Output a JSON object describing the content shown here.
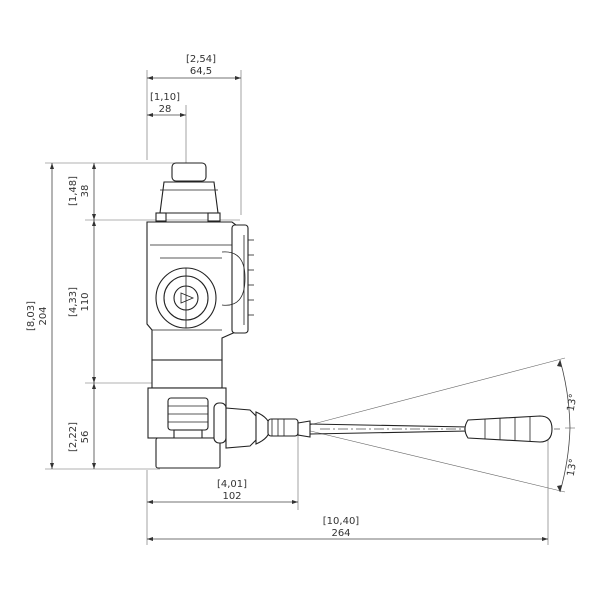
{
  "dimensions": {
    "width_total": {
      "inch": "[2,54]",
      "mm": "64,5"
    },
    "width_center": {
      "inch": "[1,10]",
      "mm": "28"
    },
    "height_top": {
      "inch": "[1,48]",
      "mm": "38"
    },
    "height_total": {
      "inch": "[8,03]",
      "mm": "204"
    },
    "height_mid": {
      "inch": "[4,33]",
      "mm": "110"
    },
    "height_bottom": {
      "inch": "[2,22]",
      "mm": "56"
    },
    "lever_to_body": {
      "inch": "[4,01]",
      "mm": "102"
    },
    "overall_length": {
      "inch": "[10,40]",
      "mm": "264"
    },
    "angle_up": "13°",
    "angle_down": "13°"
  }
}
